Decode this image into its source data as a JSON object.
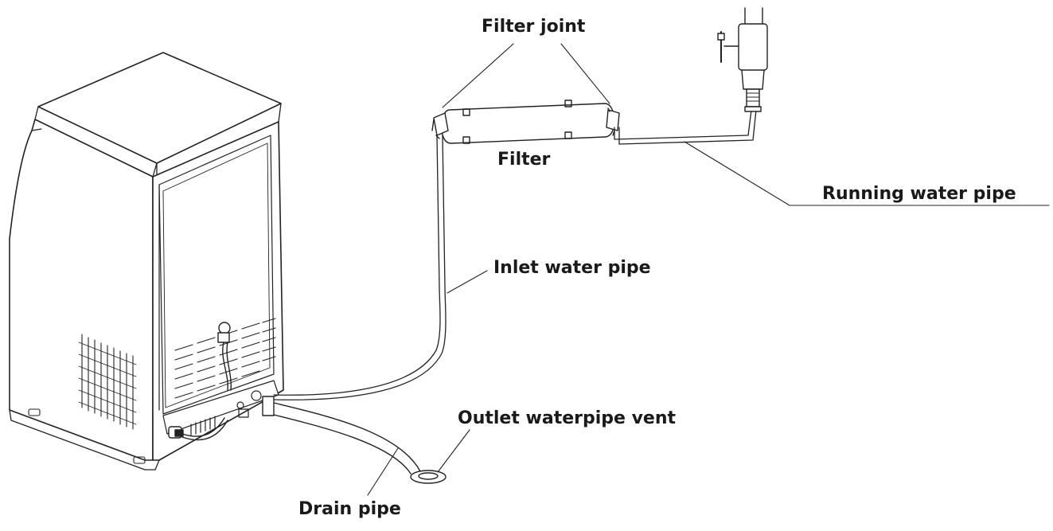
{
  "labels": {
    "filter_joint": "Filter joint",
    "filter": "Filter",
    "running_water_pipe": "Running water pipe",
    "inlet_water_pipe": "Inlet water pipe",
    "outlet_waterpipe_vent": "Outlet waterpipe vent",
    "drain_pipe": "Drain pipe"
  },
  "colors": {
    "line": "#222222",
    "text": "#1a1a1a",
    "background": "#ffffff"
  }
}
